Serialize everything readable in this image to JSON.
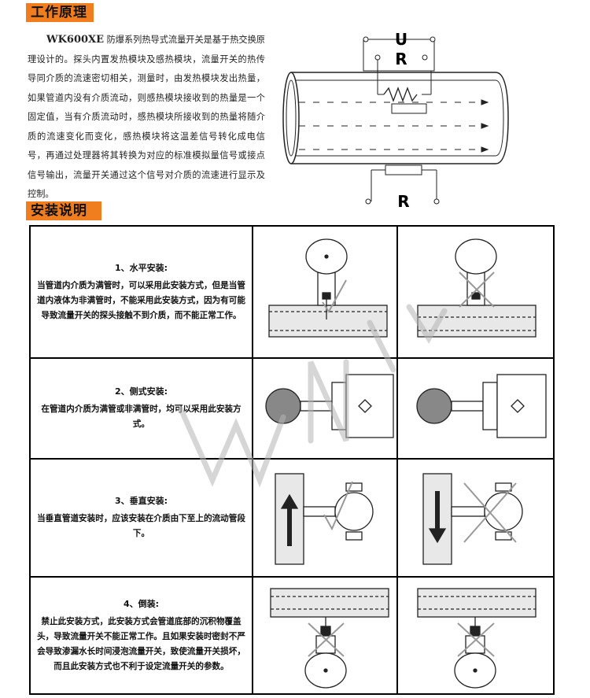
{
  "principle": {
    "heading": "工作原理",
    "model": "WK600XE",
    "body": "防爆系列热导式流量开关是基于热交换原理设计的。探头内置发热模块及感热模块，流量开关的热传导同介质的流速密切相关，测量时，由发热模块发出热量，如果管道内没有介质流动，则感热模块接收到的热量是一个固定值，当有介质流动时，感热模块所接收到的热量将随介质的流速变化而变化，感热模块将这温差信号转化成电信号，再通过处理器将其转换为对应的标准模拟量信号或接点信号输出，流量开关通过这个信号对介质的流速进行显示及控制。",
    "diagram": {
      "label_u": "U",
      "label_r_top": "R",
      "label_r_bottom": "R"
    }
  },
  "install": {
    "heading": "安装说明",
    "rows": [
      {
        "title": "1、水平安装:",
        "desc": "当管道内介质为满管时，可以采用此安装方式，但是当管道内液体为非满管时，不能采用此安装方式，因为有可能导致流量开关的探头接触不到介质，而不能正常工作。",
        "left_mark": "check",
        "right_mark": "cross"
      },
      {
        "title": "2、侧式安装:",
        "desc": "在管道内介质为满管或非满管时，均可以采用此安装方式。",
        "left_mark": "none",
        "right_mark": "none"
      },
      {
        "title": "3、垂直安装:",
        "desc": "当垂直管道安装时，应该安装在介质由下至上的流动管段下。",
        "left_mark": "check",
        "right_mark": "cross"
      },
      {
        "title": "4、倒装:",
        "desc": "禁止此安装方式，此安装方式会管道底部的沉积物覆盖头，导致流量开关不能正常工作。且如果安装时密封不严会导致渗漏水长时间浸泡流量开关，致使流量开关损坏，而且此安装方式也不利于设定流量开关的参数。",
        "left_mark": "cross",
        "right_mark": "cross"
      }
    ]
  },
  "colors": {
    "accent": "#f07d1e",
    "ink": "#111111",
    "pipe_fill": "#e8e8e8"
  }
}
